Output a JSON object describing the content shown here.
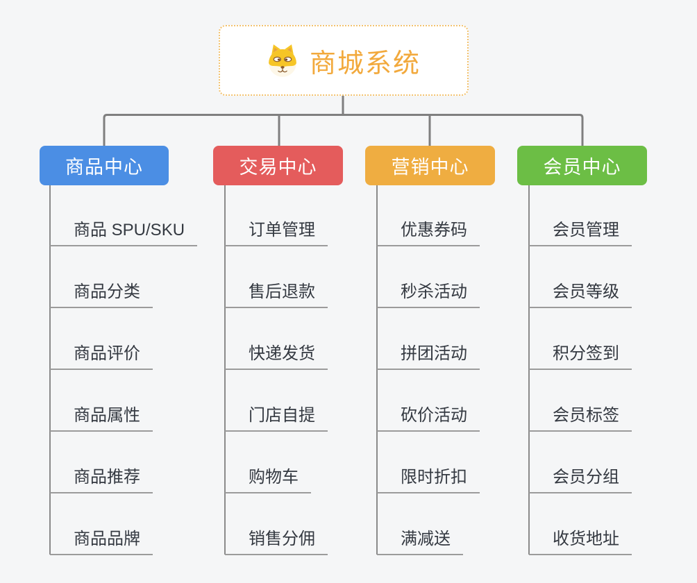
{
  "root": {
    "title": "商城系统",
    "icon": "shiba-dog-icon"
  },
  "branches": [
    {
      "label": "商品中心",
      "color": "#4b8ee4",
      "items": [
        "商品 SPU/SKU",
        "商品分类",
        "商品评价",
        "商品属性",
        "商品推荐",
        "商品品牌"
      ]
    },
    {
      "label": "交易中心",
      "color": "#e45c5c",
      "items": [
        "订单管理",
        "售后退款",
        "快递发货",
        "门店自提",
        "购物车",
        "销售分佣"
      ]
    },
    {
      "label": "营销中心",
      "color": "#efad41",
      "items": [
        "优惠券码",
        "秒杀活动",
        "拼团活动",
        "砍价活动",
        "限时折扣",
        "满减送"
      ]
    },
    {
      "label": "会员中心",
      "color": "#6cbe45",
      "items": [
        "会员管理",
        "会员等级",
        "积分签到",
        "会员标签",
        "会员分组",
        "收货地址"
      ]
    }
  ],
  "colors": {
    "canvas_background": "#f5f6f7",
    "root_border": "#f3c26e",
    "root_title": "#f2a93c",
    "connector": "#7f7f7f",
    "branch_line": "#8a8a8a",
    "underline": "#9b9b9b",
    "child_text": "#343941"
  }
}
